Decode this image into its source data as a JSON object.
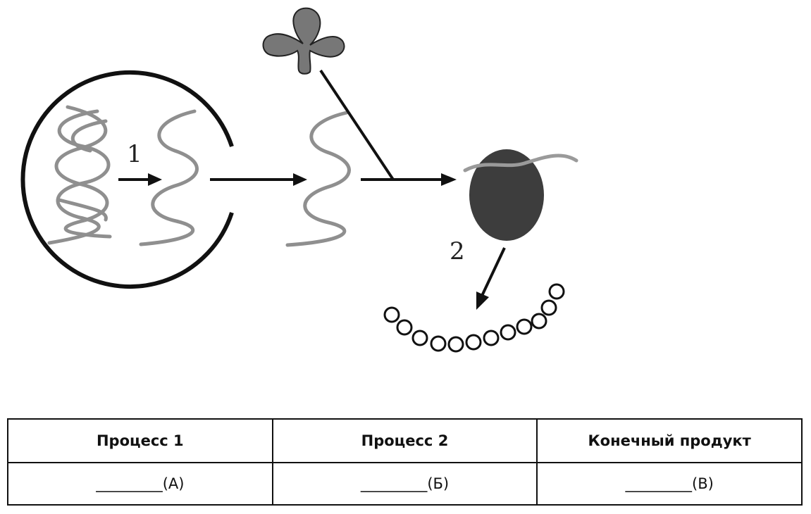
{
  "diagram": {
    "step_1": "1",
    "step_2": "2"
  },
  "table": {
    "headers": [
      "Процесс 1",
      "Процесс 2",
      "Конечный продукт"
    ],
    "cells": [
      "_________(А)",
      "_________(Б)",
      "_________(В)"
    ]
  }
}
